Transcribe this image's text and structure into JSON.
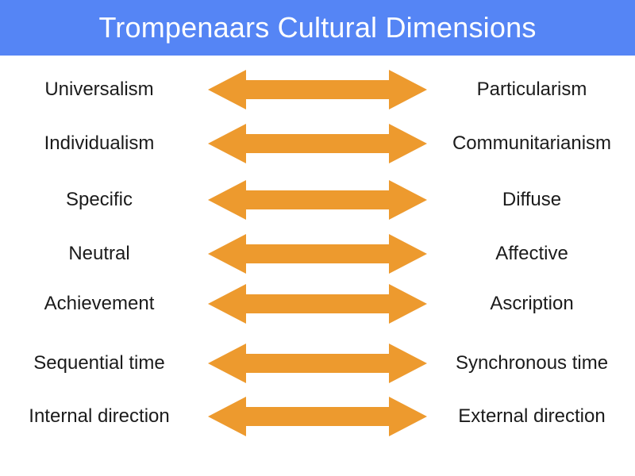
{
  "header": {
    "title": "Trompenaars Cultural Dimensions",
    "background_color": "#5585F5",
    "text_color": "#FFFFFF"
  },
  "theme": {
    "arrow_color": "#ED9A2E",
    "label_color": "#1B1B1B",
    "page_background": "#FFFFFF"
  },
  "diagram": {
    "arrow_icon_name": "double-headed-arrow-icon",
    "rows": [
      {
        "left": "Universalism",
        "right": "Particularism",
        "arrow": "double-headed-arrow-icon"
      },
      {
        "left": "Individualism",
        "right": "Communitarianism",
        "arrow": "double-headed-arrow-icon"
      },
      {
        "left": "Specific",
        "right": "Diffuse",
        "arrow": "double-headed-arrow-icon"
      },
      {
        "left": "Neutral",
        "right": "Affective",
        "arrow": "double-headed-arrow-icon"
      },
      {
        "left": "Achievement",
        "right": "Ascription",
        "arrow": "double-headed-arrow-icon"
      },
      {
        "left": "Sequential time",
        "right": "Synchronous time",
        "arrow": "double-headed-arrow-icon"
      },
      {
        "left": "Internal direction",
        "right": "External direction",
        "arrow": "double-headed-arrow-icon"
      }
    ]
  }
}
